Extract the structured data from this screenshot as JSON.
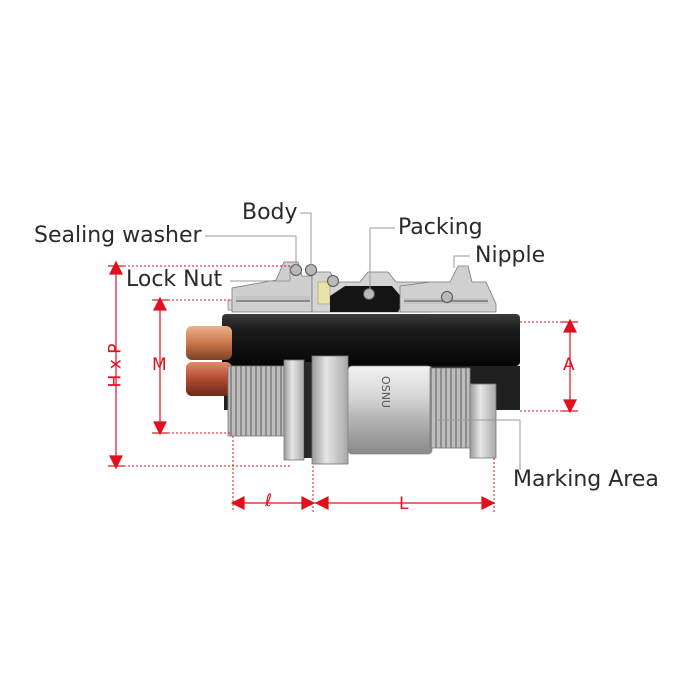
{
  "labels": {
    "sealing_washer": "Sealing washer",
    "body": "Body",
    "packing": "Packing",
    "nipple": "Nipple",
    "lock_nut": "Lock Nut",
    "marking_area": "Marking Area"
  },
  "dimensions": {
    "hxp": "H x P",
    "m": "M",
    "a": "A",
    "ell": "ℓ",
    "l": "L"
  },
  "engraving": "OSNU",
  "colors": {
    "dimension": "#e0101e",
    "leader": "#9a9a9a",
    "cable": "#151515",
    "copper": "#c8784a",
    "metal": "#c9c9c9"
  }
}
